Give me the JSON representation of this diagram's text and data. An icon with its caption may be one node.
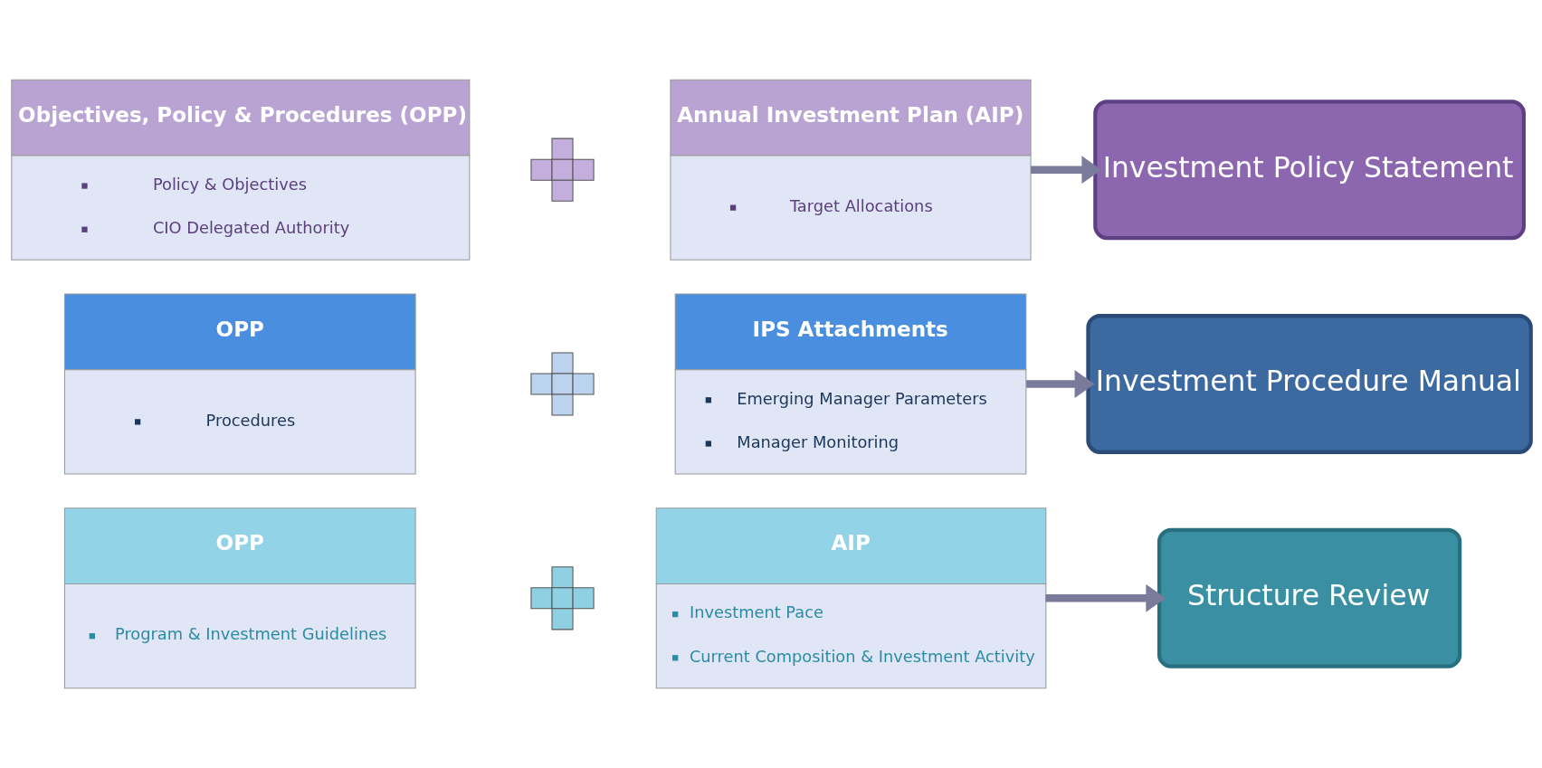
{
  "diagram": {
    "nodes": [
      {
        "text": [
          "Objectives, Policy & Procedures (OPP)",
          "Policy & Objectives",
          "CIO Delegated Authority"
        ]
      },
      {
        "text": [],
        "shape": "plus"
      },
      {
        "text": [
          "Annual Investment Plan (AIP)",
          "Target Allocations"
        ]
      },
      {
        "text": [
          "Investment Policy Statement"
        ]
      },
      {
        "text": [
          "OPP",
          "Procedures"
        ]
      },
      {
        "text": [],
        "shape": "plus"
      },
      {
        "text": [
          "IPS Attachments",
          "Emerging Manager Parameters",
          "Manager Monitoring"
        ]
      },
      {
        "text": [
          "Investment Procedure Manual"
        ]
      },
      {
        "text": [
          "OPP",
          "Program & Investment Guidelines"
        ]
      },
      {
        "text": [],
        "shape": "plus"
      },
      {
        "text": [
          "AIP",
          "Investment Pace",
          "Current Composition & Investment Activity"
        ]
      },
      {
        "text": [
          "Structure Review"
        ]
      }
    ],
    "edges": [
      {
        "from": 2,
        "to": 3,
        "arrow": "to"
      },
      {
        "from": 6,
        "to": 7,
        "arrow": "to"
      },
      {
        "from": 10,
        "to": 11,
        "arrow": "to"
      }
    ]
  }
}
